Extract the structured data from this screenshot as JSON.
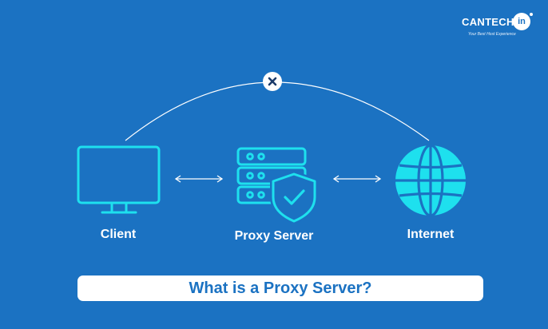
{
  "brand": {
    "name": "CANTECH",
    "badge": "in",
    "tagline": "Your Best Host Experience"
  },
  "nodes": {
    "client": {
      "label": "Client",
      "icon": "monitor-icon"
    },
    "proxy": {
      "label": "Proxy Server",
      "icon": "server-shield-icon"
    },
    "internet": {
      "label": "Internet",
      "icon": "globe-icon"
    }
  },
  "connections": [
    {
      "from": "client",
      "to": "proxy",
      "type": "bidirectional-arrow"
    },
    {
      "from": "proxy",
      "to": "internet",
      "type": "bidirectional-arrow"
    },
    {
      "from": "client",
      "to": "internet",
      "type": "blocked-arc",
      "marker": "close-icon"
    }
  ],
  "title": "What is a Proxy Server?",
  "colors": {
    "background": "#1b72c2",
    "icon": "#1ee0ee",
    "text": "#ffffff",
    "title_text": "#1b72c2"
  }
}
